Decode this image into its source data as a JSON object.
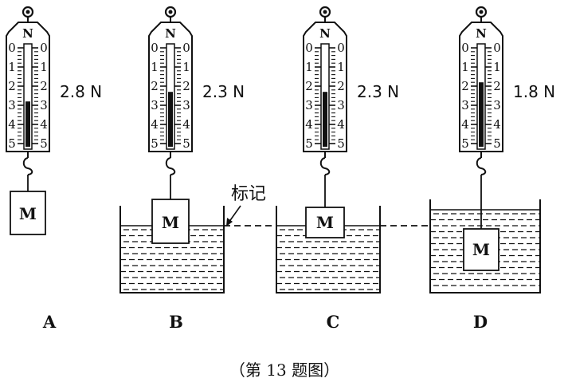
{
  "scale": {
    "brand": "N",
    "ticks": [
      "0",
      "1",
      "2",
      "3",
      "4",
      "5"
    ]
  },
  "apparatus": [
    {
      "letter": "A",
      "reading": "2.8 N",
      "block": "M",
      "level": 2.8
    },
    {
      "letter": "B",
      "reading": "2.3 N",
      "block": "M",
      "level": 2.3
    },
    {
      "letter": "C",
      "reading": "2.3 N",
      "block": "M",
      "level": 2.3
    },
    {
      "letter": "D",
      "reading": "1.8 N",
      "block": "M",
      "level": 1.8
    }
  ],
  "mark_label": "标记",
  "caption": "（第 13 题图）",
  "colors": {
    "ink": "#111111",
    "paper": "#ffffff"
  }
}
